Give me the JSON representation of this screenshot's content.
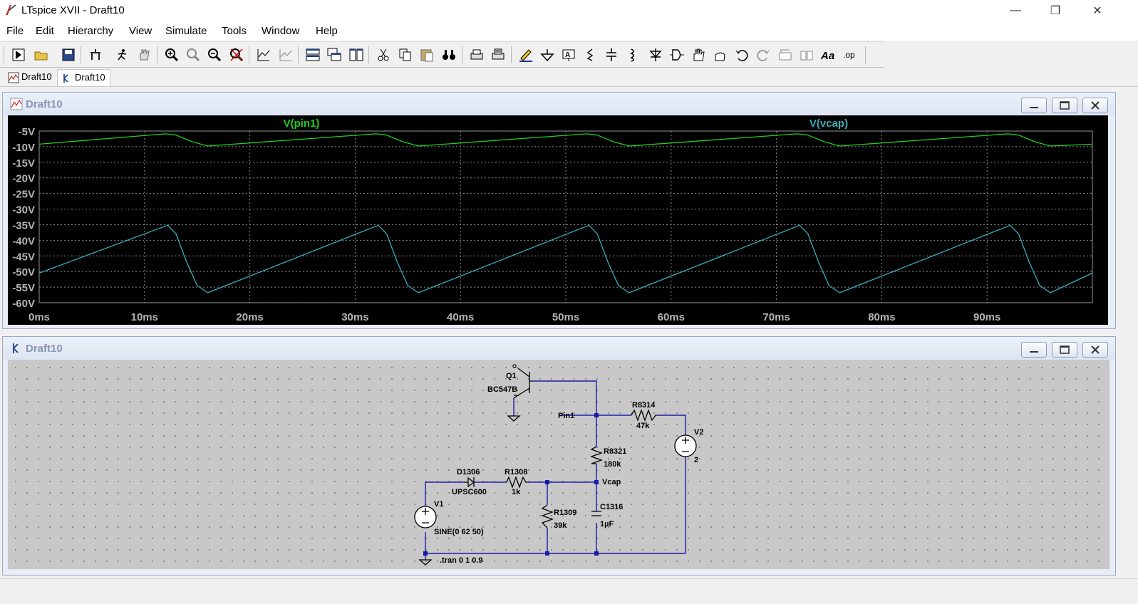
{
  "window": {
    "title": "LTspice XVII - Draft10",
    "minimize_glyph": "—",
    "restore_glyph": "❐",
    "close_glyph": "✕"
  },
  "menu": [
    "File",
    "Edit",
    "Hierarchy",
    "View",
    "Simulate",
    "Tools",
    "Window",
    "Help"
  ],
  "toolbar_icons": [
    "new-schematic-icon",
    "open-icon",
    "save-icon",
    "control-panel-icon",
    "run-icon",
    "halt-icon",
    "zoom-in-icon",
    "zoom-full-icon",
    "zoom-out-icon",
    "zoom-cancel-icon",
    "autorange-icon",
    "manual-limits-icon",
    "tile-horizontal-icon",
    "cascade-icon",
    "tile-vertical-icon",
    "cut-icon",
    "copy-icon",
    "paste-icon",
    "find-icon",
    "print-icon",
    "print-setup-icon",
    "draw-wire-icon",
    "ground-icon",
    "label-net-icon",
    "resistor-icon",
    "capacitor-icon",
    "inductor-icon",
    "diode-icon",
    "component-icon",
    "move-icon",
    "drag-icon",
    "undo-icon",
    "redo-icon",
    "rotate-icon",
    "mirror-icon",
    "text-icon",
    "spice-directive-icon"
  ],
  "tabs": [
    {
      "label": "Draft10",
      "kind": "waveform"
    },
    {
      "label": "Draft10",
      "kind": "schematic"
    }
  ],
  "waveform_window": {
    "title": "Draft10",
    "chart_data": {
      "type": "line",
      "title": "",
      "xlabel": "",
      "ylabel": "",
      "xlim": [
        0,
        100
      ],
      "ylim": [
        -60,
        -5
      ],
      "x_ticks": [
        "0ms",
        "10ms",
        "20ms",
        "30ms",
        "40ms",
        "50ms",
        "60ms",
        "70ms",
        "80ms",
        "90ms"
      ],
      "y_ticks": [
        "-5V",
        "-10V",
        "-15V",
        "-20V",
        "-25V",
        "-30V",
        "-35V",
        "-40V",
        "-45V",
        "-50V",
        "-55V",
        "-60V"
      ],
      "grid": true,
      "series": [
        {
          "name": "V(pin1)",
          "color": "#22cc22",
          "x": [
            0,
            12,
            13,
            14.5,
            16,
            32,
            33,
            34.5,
            36,
            52,
            53,
            54.5,
            56,
            72,
            73,
            74.5,
            76,
            92,
            93,
            94.5,
            96,
            100
          ],
          "y": [
            -9.2,
            -5.9,
            -6.3,
            -8.4,
            -9.8,
            -5.9,
            -6.3,
            -8.4,
            -9.8,
            -5.9,
            -6.3,
            -8.4,
            -9.8,
            -5.9,
            -6.3,
            -8.4,
            -9.8,
            -5.9,
            -6.3,
            -8.4,
            -9.8,
            -9.2
          ]
        },
        {
          "name": "V(vcap)",
          "color": "#3aaeb8",
          "x": [
            0,
            12.2,
            13,
            14,
            15,
            16,
            32.2,
            33,
            34,
            35,
            36,
            52.2,
            53,
            54,
            55,
            56,
            72.2,
            73,
            74,
            75,
            76,
            92.2,
            93,
            94,
            95,
            96,
            100
          ],
          "y": [
            -50.5,
            -35.2,
            -38,
            -47,
            -54.5,
            -56.8,
            -35.2,
            -38,
            -47,
            -54.5,
            -56.8,
            -35.2,
            -38,
            -47,
            -54.5,
            -56.8,
            -35.2,
            -38,
            -47,
            -54.5,
            -56.8,
            -35.2,
            -38,
            -47,
            -54.5,
            -56.8,
            -50.5
          ]
        }
      ]
    }
  },
  "schematic_window": {
    "title": "Draft10",
    "labels": {
      "q1_name": "Q1",
      "q1_model": "BC547B",
      "pin1": "Pin1",
      "r8314_name": "R8314",
      "r8314_value": "47k",
      "v2_name": "V2",
      "v2_value": "2",
      "r8321_name": "R8321",
      "r8321_value": "180k",
      "d1306_name": "D1306",
      "d1306_model": "UPSC600",
      "r1308_name": "R1308",
      "r1308_value": "1k",
      "vcap": "Vcap",
      "v1_name": "V1",
      "v1_value": "SINE(0 62 50)",
      "r1309_name": "R1309",
      "r1309_value": "39k",
      "c1316_name": "C1316",
      "c1316_value": "1µF",
      "directive": ".tran 0 1 0.9"
    }
  }
}
